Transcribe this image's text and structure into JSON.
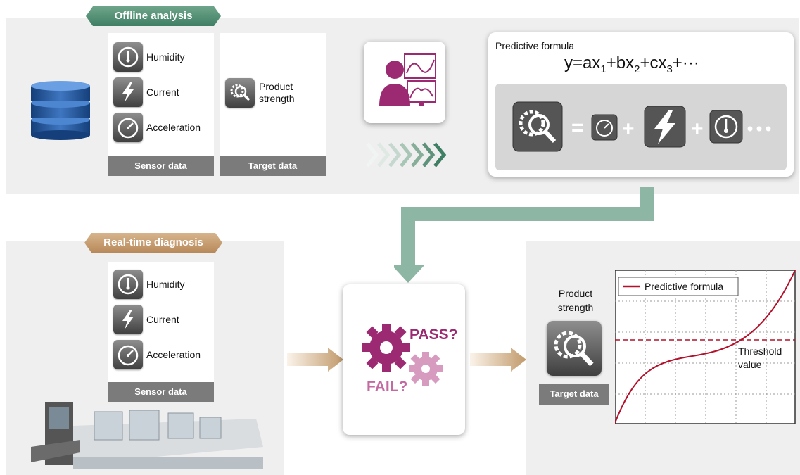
{
  "offline": {
    "tag": "Offline analysis",
    "sensor_items": [
      {
        "icon": "humidity-gauge-icon",
        "label": "Humidity"
      },
      {
        "icon": "lightning-icon",
        "label": "Current"
      },
      {
        "icon": "speedometer-icon",
        "label": "Acceleration"
      }
    ],
    "sensor_footer": "Sensor data",
    "target_label": "Product strength",
    "target_footer": "Target data",
    "formula_title": "Predictive formula",
    "formula": "y=ax1+bx2+cx3+···"
  },
  "realtime": {
    "tag": "Real-time diagnosis",
    "sensor_items": [
      {
        "icon": "humidity-gauge-icon",
        "label": "Humidity"
      },
      {
        "icon": "lightning-icon",
        "label": "Current"
      },
      {
        "icon": "speedometer-icon",
        "label": "Acceleration"
      }
    ],
    "sensor_footer": "Sensor data",
    "pass_text": "PASS?",
    "fail_text": "FAIL?",
    "target_label": "Product strength",
    "target_footer": "Target data",
    "legend": "Predictive formula",
    "threshold_label": "Threshold value"
  },
  "colors": {
    "green_accent": "#3f7f64",
    "tan_accent": "#c19a6b",
    "magenta": "#9c2a72",
    "curve_red": "#b3102b",
    "panel_grey": "#efefef",
    "footer_grey": "#7b7b7b"
  }
}
